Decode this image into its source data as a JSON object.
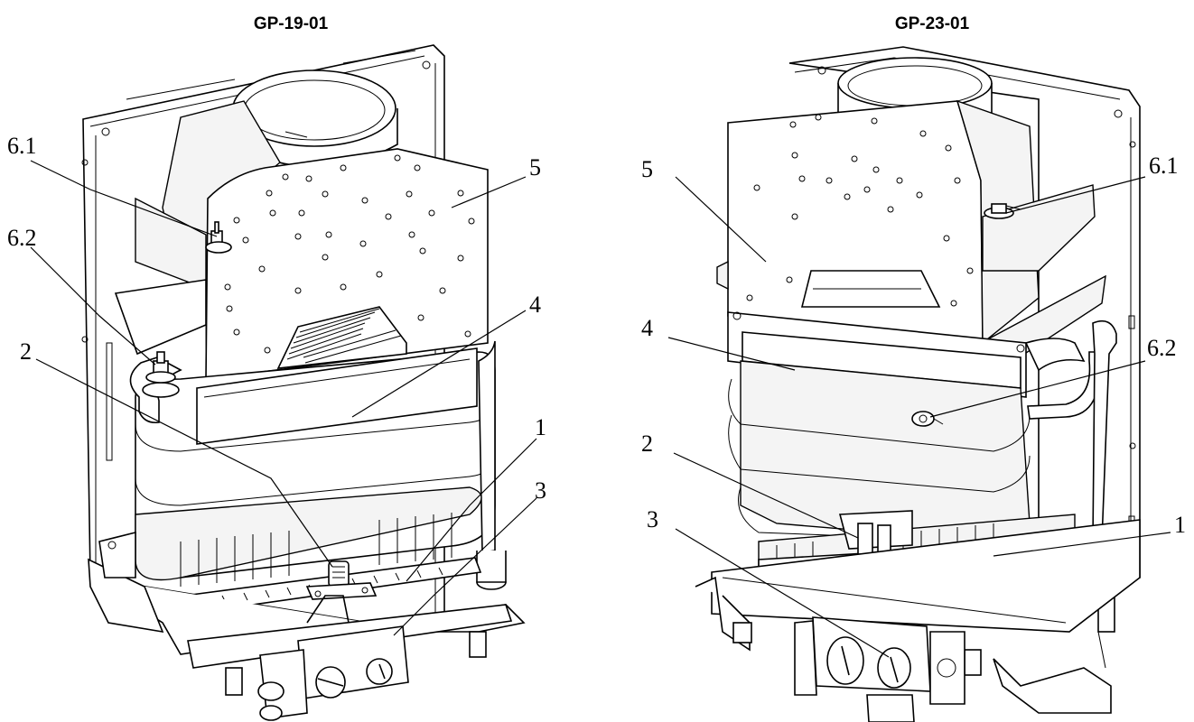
{
  "diagrams": [
    {
      "title": "GP-19-01",
      "callouts": {
        "c61": "6.1",
        "c62": "6.2",
        "c2": "2",
        "c5": "5",
        "c4": "4",
        "c1": "1",
        "c3": "3"
      }
    },
    {
      "title": "GP-23-01",
      "callouts": {
        "c5": "5",
        "c61": "6.1",
        "c4": "4",
        "c62": "6.2",
        "c2": "2",
        "c3": "3",
        "c1": "1"
      }
    }
  ]
}
